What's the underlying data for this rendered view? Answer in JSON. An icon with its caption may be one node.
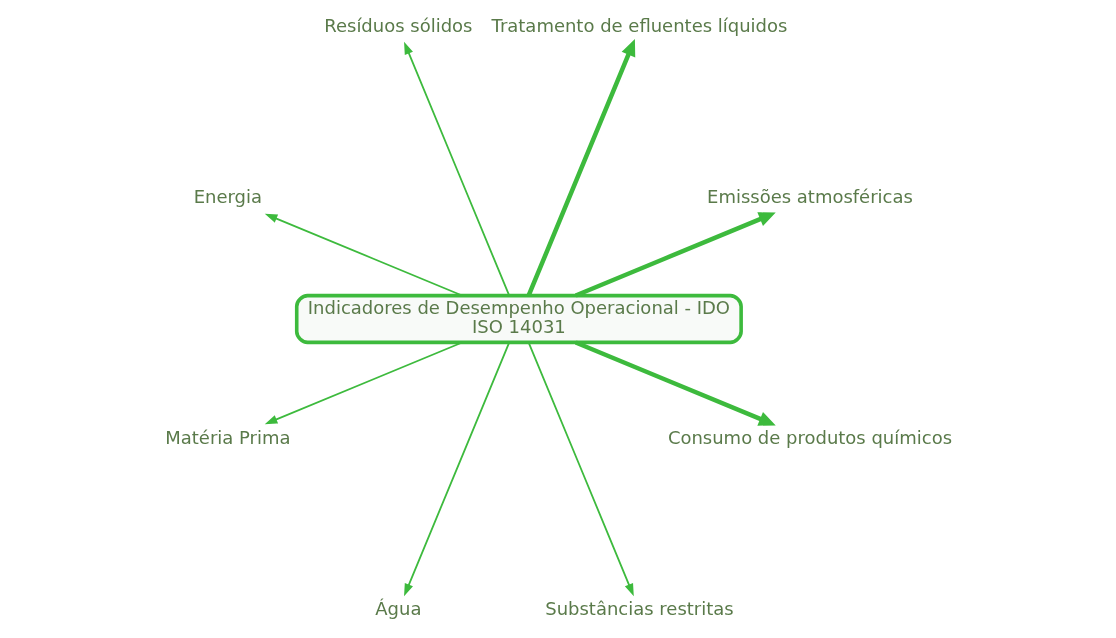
{
  "diagram": {
    "nodes": [
      {
        "text": [
          "Indicadores de Desempenho Operacional - IDO",
          "ISO 14031"
        ]
      },
      {
        "text": [
          "Emissões atmosféricas"
        ]
      },
      {
        "text": [
          "Tratamento de efluentes líquidos"
        ]
      },
      {
        "text": [
          "Resíduos sólidos"
        ]
      },
      {
        "text": [
          "Energia"
        ]
      },
      {
        "text": [
          "Matéria Prima"
        ]
      },
      {
        "text": [
          "Água"
        ]
      },
      {
        "text": [
          "Substâncias restritas"
        ]
      },
      {
        "text": [
          "Consumo de produtos químicos"
        ]
      }
    ],
    "edges": [
      {
        "from": 0,
        "to": 1,
        "arrow": "to",
        "style": "thick"
      },
      {
        "from": 0,
        "to": 2,
        "arrow": "to",
        "style": "thick"
      },
      {
        "from": 0,
        "to": 3,
        "arrow": "to"
      },
      {
        "from": 0,
        "to": 4,
        "arrow": "to"
      },
      {
        "from": 0,
        "to": 5,
        "arrow": "to"
      },
      {
        "from": 0,
        "to": 6,
        "arrow": "to"
      },
      {
        "from": 0,
        "to": 7,
        "arrow": "to"
      },
      {
        "from": 0,
        "to": 8,
        "arrow": "to",
        "style": "thick"
      }
    ]
  }
}
